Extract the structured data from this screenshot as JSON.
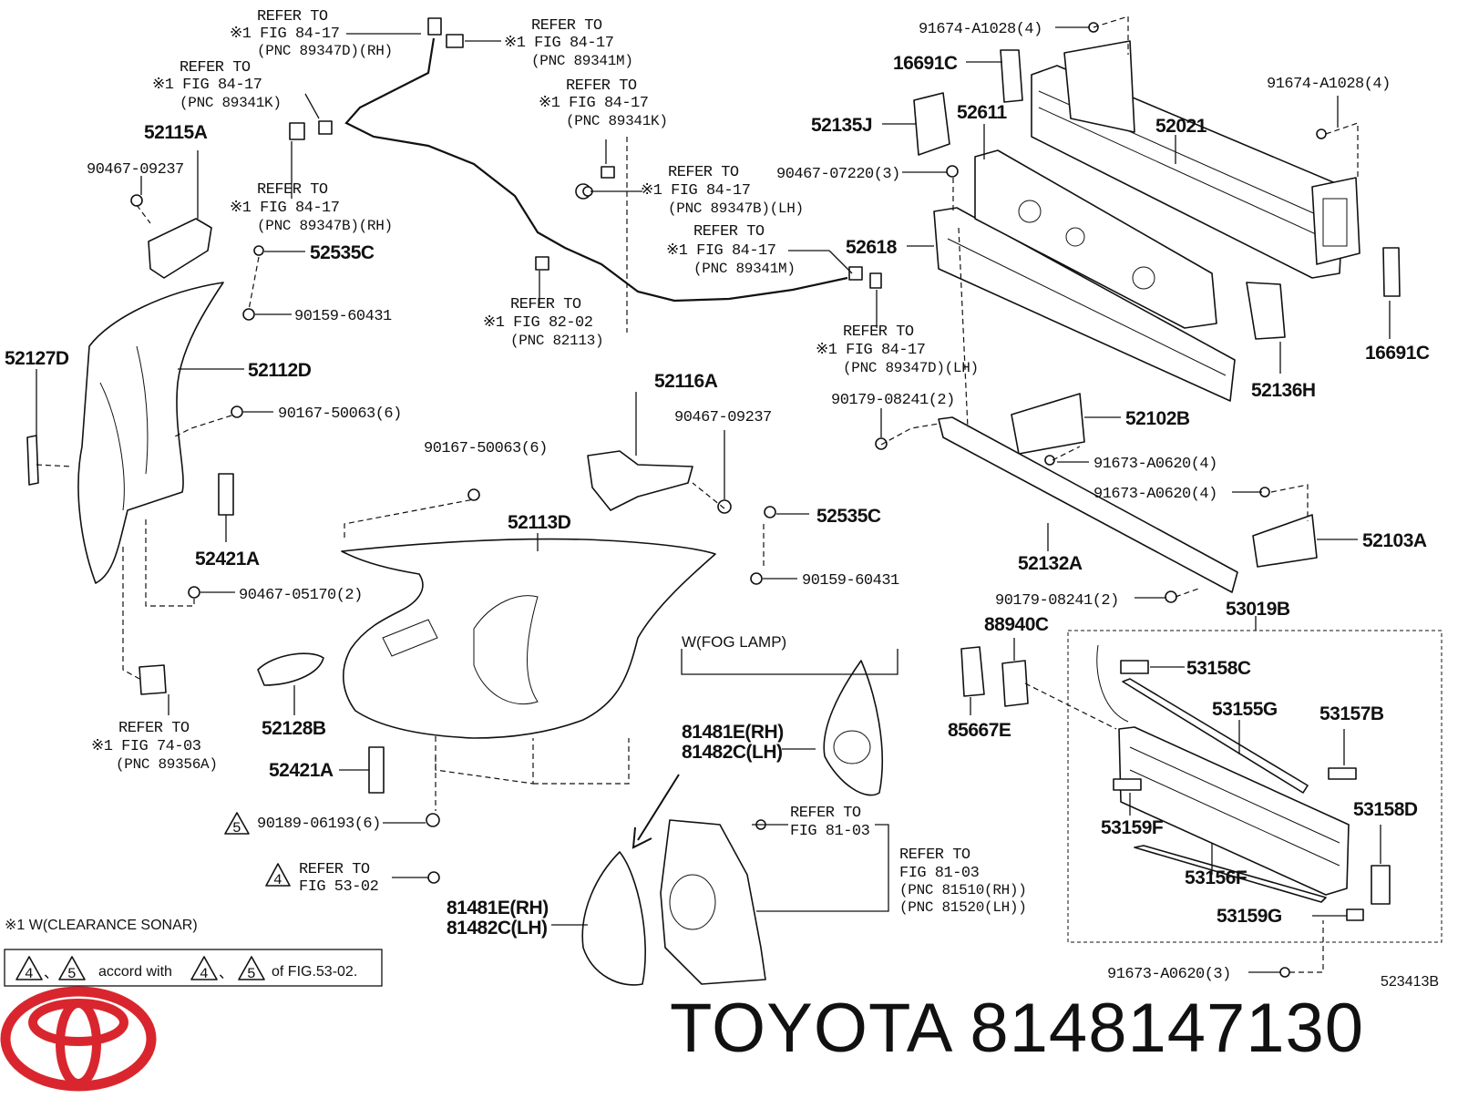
{
  "brand": {
    "name": "TOYOTA",
    "part_number": "8148147130",
    "logo_icon": "toyota-logo-icon",
    "logo_color": "#d9262e"
  },
  "diagram_code": "523413B",
  "callouts": [
    {
      "id": "refer-89347d-rh",
      "lines": [
        "REFER TO",
        "※1 FIG 84-17",
        "(PNC 89347D)(RH)"
      ]
    },
    {
      "id": "refer-89341m-top",
      "lines": [
        "REFER TO",
        "※1 FIG 84-17",
        "(PNC 89341M)"
      ]
    },
    {
      "id": "refer-89341k-left",
      "lines": [
        "REFER TO",
        "※1 FIG 84-17",
        "(PNC 89341K)"
      ]
    },
    {
      "id": "refer-89341k-mid",
      "lines": [
        "REFER TO",
        "※1 FIG 84-17",
        "(PNC 89341K)"
      ]
    },
    {
      "id": "refer-89347b-rh",
      "lines": [
        "REFER TO",
        "※1 FIG 84-17",
        "(PNC 89347B)(RH)"
      ]
    },
    {
      "id": "refer-89347b-lh",
      "lines": [
        "REFER TO",
        "※1 FIG 84-17",
        "(PNC 89347B)(LH)"
      ]
    },
    {
      "id": "refer-89341m-mid",
      "lines": [
        "REFER TO",
        "※1 FIG 84-17",
        "(PNC 89341M)"
      ]
    },
    {
      "id": "refer-82113",
      "lines": [
        "REFER TO",
        "※1 FIG 82-02",
        "(PNC 82113)"
      ]
    },
    {
      "id": "refer-89347d-lh",
      "lines": [
        "REFER TO",
        "※1 FIG 84-17",
        "(PNC 89347D)(LH)"
      ]
    },
    {
      "id": "refer-89356a",
      "lines": [
        "REFER TO",
        "※1 FIG 74-03",
        "(PNC 89356A)"
      ]
    },
    {
      "id": "refer-81-03-a",
      "lines": [
        "REFER TO",
        "FIG 81-03"
      ]
    },
    {
      "id": "refer-81-03-b",
      "lines": [
        "REFER TO",
        "FIG 81-03",
        "(PNC 81510(RH))",
        "(PNC 81520(LH))"
      ]
    },
    {
      "id": "refer-53-02",
      "lines": [
        "REFER TO",
        "FIG 53-02"
      ]
    }
  ],
  "parts": [
    "91674-A1028(4)",
    "16691C",
    "52021",
    "91674-A1028(4)",
    "52135J",
    "52611",
    "90467-07220(3)",
    "52618",
    "16691C",
    "52136H",
    "90179-08241(2)",
    "52102B",
    "91673-A0620(4)",
    "91673-A0620(4)",
    "52103A",
    "52132A",
    "90179-08241(2)",
    "53019B",
    "88940C",
    "53158C",
    "53155G",
    "53157B",
    "85667E",
    "53158D",
    "53159F",
    "53156F",
    "53159G",
    "91673-A0620(3)",
    "52115A",
    "90467-09237",
    "52535C",
    "90159-60431",
    "52127D",
    "52112D",
    "90167-50063(6)",
    "52421A",
    "90467-05170(2)",
    "52116A",
    "90467-09237",
    "90167-50063(6)",
    "52113D",
    "52535C",
    "90159-60431",
    "52128B",
    "52421A",
    "90189-06193(6)",
    "81481E(RH)",
    "81482C(LH)",
    "81481E(RH)",
    "81482C(LH)"
  ],
  "fog_lamp_label": "W(FOG LAMP)",
  "footnote": "※1 W(CLEARANCE SONAR)",
  "legend": {
    "text1": "accord with",
    "text2": "of FIG.53-02.",
    "symbols": [
      "4",
      "5",
      "4",
      "5"
    ],
    "separator": "、"
  },
  "triangle_marks": {
    "t5": "5",
    "t4": "4"
  }
}
